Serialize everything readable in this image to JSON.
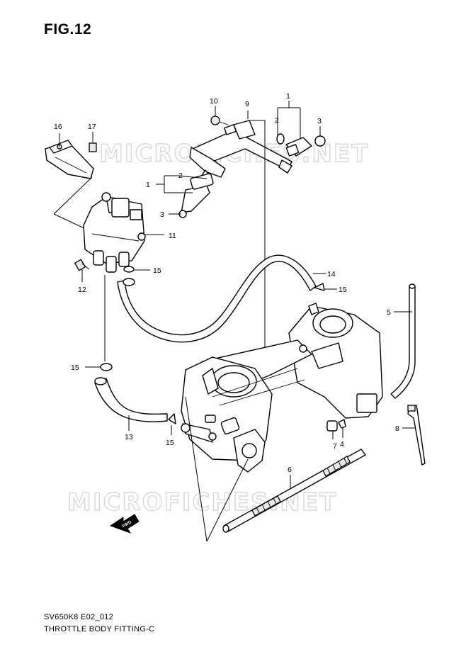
{
  "figure": {
    "title": "FIG.12",
    "model_code": "SV650K8 E02_012",
    "name": "THROTTLE BODY FITTING-C"
  },
  "watermark": "MICROFICHES.NET",
  "callouts": [
    "1",
    "1",
    "2",
    "2",
    "3",
    "3",
    "4",
    "5",
    "6",
    "7",
    "8",
    "9",
    "10",
    "11",
    "12",
    "13",
    "14",
    "15",
    "15",
    "15",
    "15",
    "16",
    "17"
  ],
  "icons": {
    "direction": "fwd-arrow-icon"
  },
  "fwd_label": "FWD"
}
